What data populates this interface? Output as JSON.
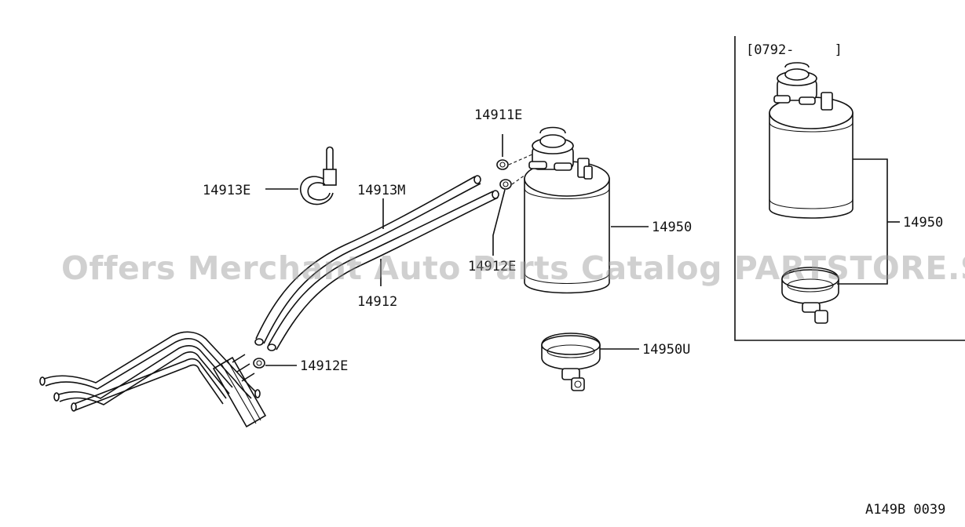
{
  "callouts": {
    "p14911E": "14911E",
    "p14913E": "14913E",
    "p14913M": "14913M",
    "p14950": "14950",
    "p14912": "14912",
    "p14912E_upper": "14912E",
    "p14912E_lower": "14912E",
    "p14950U": "14950U",
    "p14950_inset": "14950"
  },
  "inset": {
    "date_range": "[0792-     ]"
  },
  "diagram_id": "A149B 0039",
  "watermark": "Offers Merchant Auto Parts Catalog PARTSTORE.SA"
}
